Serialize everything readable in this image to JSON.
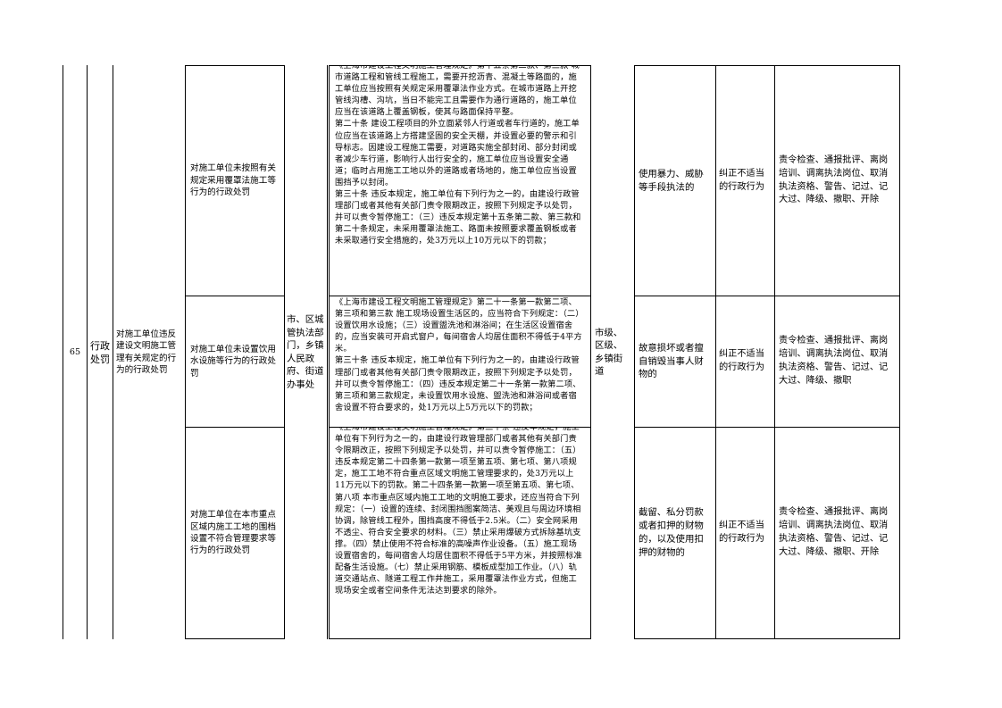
{
  "row": {
    "number": "65",
    "category": "行政处罚",
    "item": "对施工单位违反建设文明施工管理有关规定的行为的行政处罚",
    "org": "市、区城管执法部门，乡镇人民政府、街道办事处",
    "level": "市级、区级、乡镇街道"
  },
  "subrows": [
    {
      "name": "对施工单位未按照有关规定采用覆罩法施工等行为的行政处罚",
      "basis": "《上海市建设工程文明施工管理规定》第十五条第二款、第三款 城市道路工程和管线工程施工，需要开挖沥青、混凝土等路面的，施工单位应当按照有关规定采用覆罩法作业方式。在城市道路上开挖管线沟槽、沟坑，当日不能完工且需要作为通行道路的，施工单位应当在该道路上覆盖钢板，使其与路面保持平整。\n第二十条 建设工程项目的外立面紧邻人行道或者车行道的，施工单位应当在该道路上方搭建坚固的安全天棚，并设置必要的警示和引导标志。因建设工程施工需要，对道路实施全部封闭、部分封闭或者减少车行道，影响行人出行安全的，施工单位应当设置安全通道；临时占用施工工地以外的道路或者场地的，施工单位应当设置围挡予以封闭。\n第三十条 违反本规定，施工单位有下列行为之一的，由建设行政管理部门或者其他有关部门责令限期改正，按照下列规定予以处罚，并可以责令暂停施工：（三）违反本规定第十五条第二款、第三款和第二十条规定，未采用覆罩法施工、路面未按照要求覆盖钢板或者未采取通行安全措施的，处3万元以上10万元以下的罚款；",
      "situation": "使用暴力、威胁等手段执法的",
      "type": "纠正不适当的行政行为",
      "method": "责令检查、通报批评、离岗培训、调离执法岗位、取消执法资格、警告、记过、记大过、降级、撤职、开除"
    },
    {
      "name": "对施工单位未设置饮用水设施等行为的行政处罚",
      "basis": "《上海市建设工程文明施工管理规定》第二十一条第一款第二项、第三项和第三款 施工现场设置生活区的，应当符合下列规定：（二）设置饮用水设施；（三）设置盥洗池和淋浴间；在生活区设置宿舍的，应当安装可开启式窗户，每间宿舍人均居住面积不得低于4平方米。\n第三十条 违反本规定，施工单位有下列行为之一的，由建设行政管理部门或者其他有关部门责令限期改正，按照下列规定予以处罚，并可以责令暂停施工：（四）违反本规定第二十一条第一款第二项、第三项和第三款规定，未设置饮用水设施、盥洗池和淋浴间或者宿舍设置不符合要求的，处1万元以上5万元以下的罚款；",
      "situation": "故意损坏或者擅自销毁当事人财物的",
      "type": "纠正不适当的行政行为",
      "method": "责令检查、通报批评、离岗培训、调离执法岗位、取消执法资格、警告、记过、记大过、降级、撤职"
    },
    {
      "name": "对施工单位在本市重点区域内施工工地的围档设置不符合管理要求等行为的行政处罚",
      "basis": "《上海市建设工程文明施工管理规定》第三十条 违反本规定，施工单位有下列行为之一的，由建设行政管理部门或者其他有关部门责令限期改正，按照下列规定予以处罚，并可以责令暂停施工：（五）违反本规定第二十四条第一款第一项至第五项、第七项、第八项规定，施工工地不符合重点区域文明施工管理要求的，处3万元以上11万元以下的罚款。第二十四条第一款第一项至第五项、第七项、第八项 本市重点区域内施工工地的文明施工要求，还应当符合下列规定：（一）设置的连续、封闭围挡图案简洁、美观且与周边环境相协调，除管线工程外，围挡高度不得低于2.5米。（二）安全网采用不透尘、符合安全要求的材料。（三）禁止采用爆破方式拆除基坑支撑。（四）禁止使用不符合标准的高噪声作业设备。（五）施工现场设置宿舍的，每间宿舍人均居住面积不得低于5平方米，并按照标准配备生活设施。（七）禁止采用钢筋、模板成型加工作业。（八）轨道交通站点、隧道工程工作井施工，采用覆罩法作业方式，但施工现场安全或者空间条件无法达到要求的除外。",
      "situation": "截留、私分罚款或者扣押的财物的，以及使用扣押的财物的",
      "type": "纠正不适当的行政行为",
      "method": "责令检查、通报批评、离岗培训、调离执法岗位、取消执法资格、警告、记过、记大过、降级、撤职、开除"
    }
  ]
}
